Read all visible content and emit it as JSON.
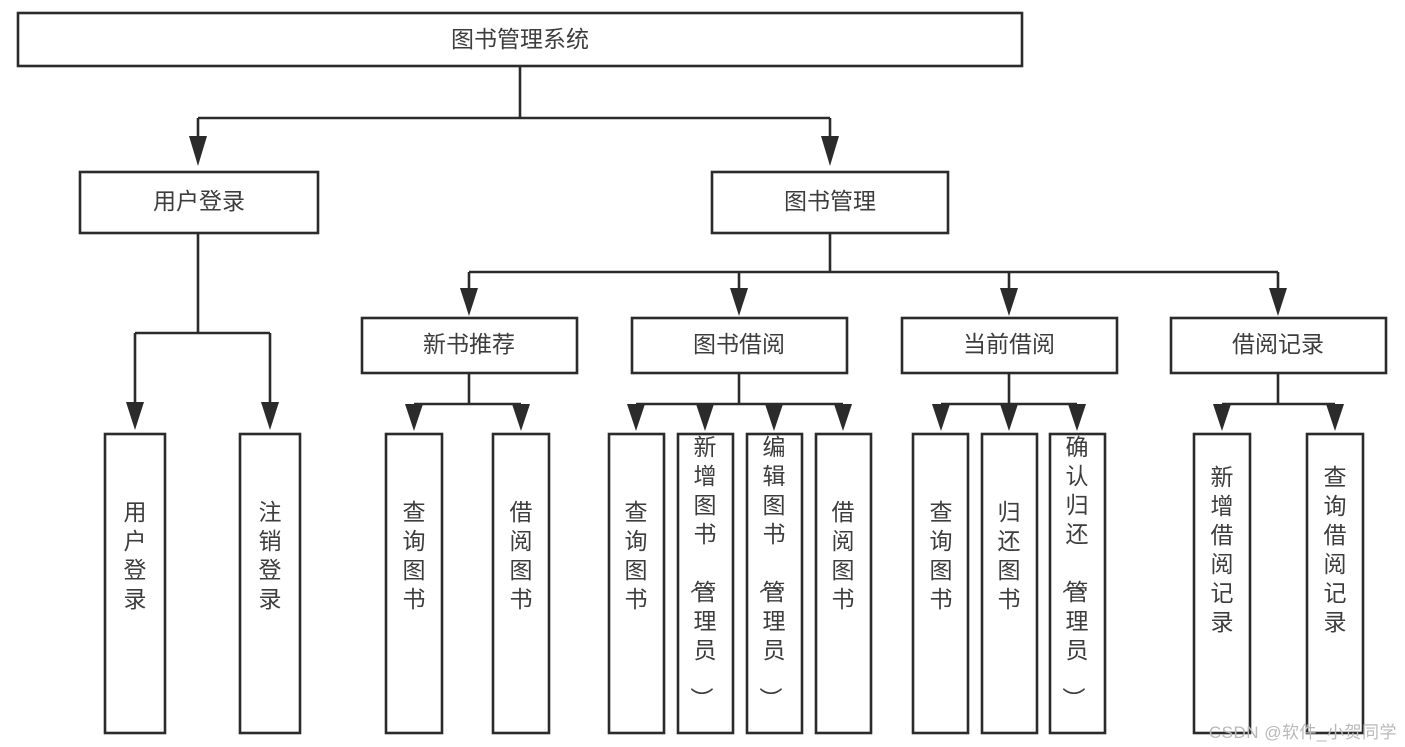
{
  "diagram": {
    "type": "tree",
    "title": "图书管理系统",
    "watermark": "CSDN @软件_小贺同学",
    "colors": {
      "box_stroke": "#2b2b2b",
      "box_fill": "#ffffff",
      "text": "#3d3d3d",
      "watermark": "#b9b9b9",
      "background": "#ffffff"
    },
    "root": {
      "id": "root",
      "label": "图书管理系统",
      "orientation": "horizontal"
    },
    "level2": [
      {
        "id": "user-login",
        "label": "用户登录",
        "orientation": "horizontal"
      },
      {
        "id": "book-management",
        "label": "图书管理",
        "orientation": "horizontal"
      }
    ],
    "level3": [
      {
        "id": "new-book-recommend",
        "label": "新书推荐",
        "orientation": "horizontal",
        "parent": "book-management"
      },
      {
        "id": "book-borrow",
        "label": "图书借阅",
        "orientation": "horizontal",
        "parent": "book-management"
      },
      {
        "id": "current-borrow",
        "label": "当前借阅",
        "orientation": "horizontal",
        "parent": "book-management"
      },
      {
        "id": "borrow-record",
        "label": "借阅记录",
        "orientation": "horizontal",
        "parent": "book-management"
      }
    ],
    "leaves": {
      "user-login": [
        {
          "id": "leaf-user-login",
          "label": "用户登录",
          "orientation": "vertical"
        },
        {
          "id": "leaf-logout-login",
          "label": "注销登录",
          "orientation": "vertical"
        }
      ],
      "new-book-recommend": [
        {
          "id": "leaf-query-book-1",
          "label": "查询图书",
          "orientation": "vertical"
        },
        {
          "id": "leaf-borrow-book-1",
          "label": "借阅图书",
          "orientation": "vertical"
        }
      ],
      "book-borrow": [
        {
          "id": "leaf-query-book-2",
          "label": "查询图书",
          "orientation": "vertical"
        },
        {
          "id": "leaf-add-book",
          "label": "新增图书（管理员）",
          "orientation": "vertical"
        },
        {
          "id": "leaf-edit-book",
          "label": "编辑图书（管理员）",
          "orientation": "vertical"
        },
        {
          "id": "leaf-borrow-book-2",
          "label": "借阅图书",
          "orientation": "vertical"
        }
      ],
      "current-borrow": [
        {
          "id": "leaf-query-book-3",
          "label": "查询图书",
          "orientation": "vertical"
        },
        {
          "id": "leaf-return-book",
          "label": "归还图书",
          "orientation": "vertical"
        },
        {
          "id": "leaf-confirm-return",
          "label": "确认归还（管理员）",
          "orientation": "vertical"
        }
      ],
      "borrow-record": [
        {
          "id": "leaf-add-record",
          "label": "新增借阅记录",
          "orientation": "vertical"
        },
        {
          "id": "leaf-query-record",
          "label": "查询借阅记录",
          "orientation": "vertical"
        }
      ]
    }
  }
}
